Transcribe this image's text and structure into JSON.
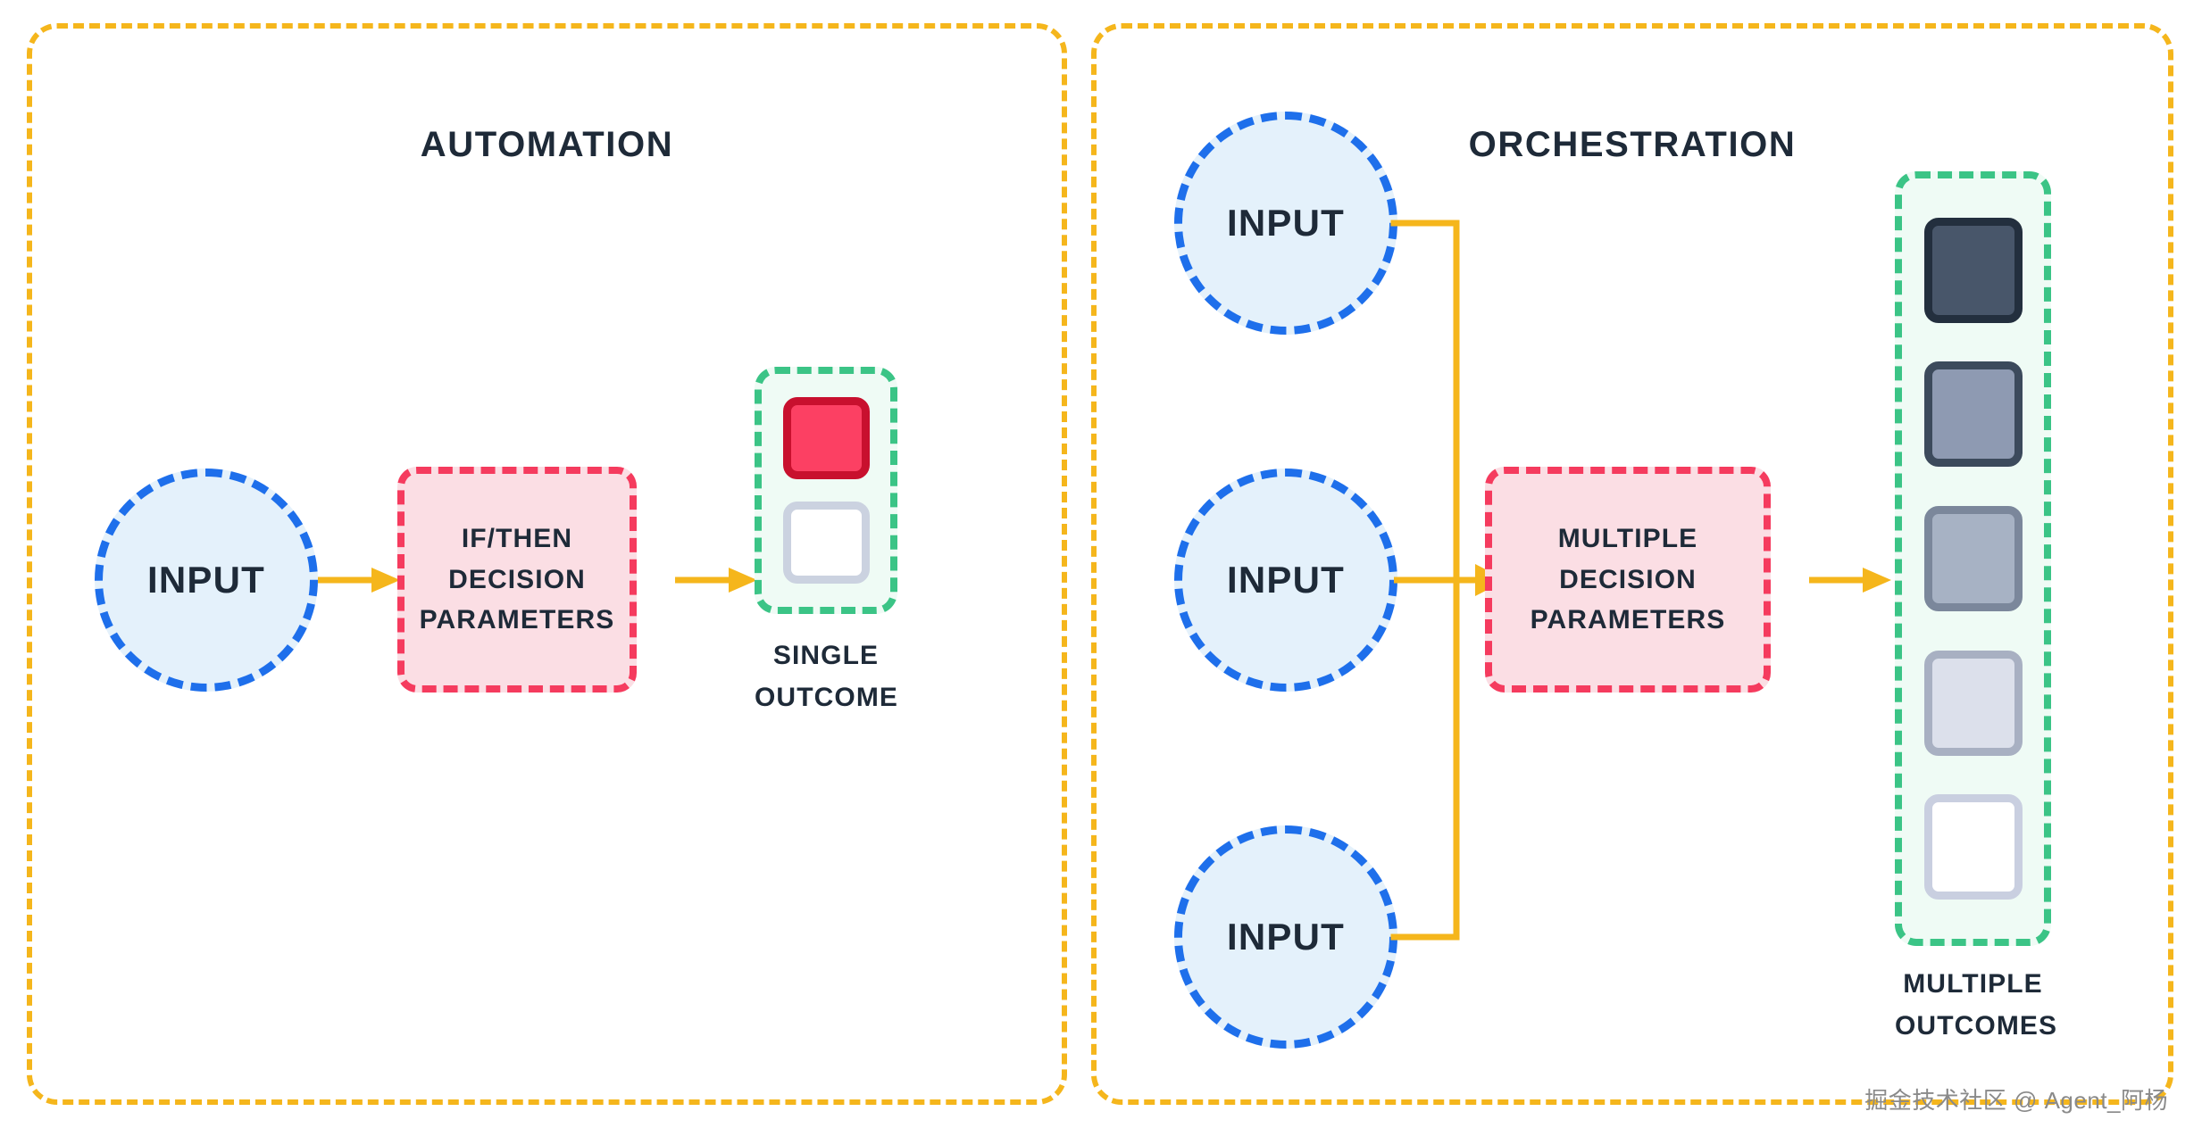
{
  "diagram": {
    "title_left": "AUTOMATION",
    "title_right": "ORCHESTRATION",
    "watermark": "掘金技术社区 @ Agent_阿杨"
  },
  "colors": {
    "panel_border": "#F5B61C",
    "arrow": "#F5B61C",
    "input_fill": "#E4F1FB",
    "input_border": "#1E6FEB",
    "decision_fill": "#FBDEE4",
    "decision_border": "#F53B5E",
    "outcome_container_fill": "#EFFBF5",
    "outcome_container_border": "#3BC486",
    "text": "#1E2A38"
  },
  "automation": {
    "input": {
      "label": "INPUT"
    },
    "decision": {
      "lines": [
        "IF/THEN",
        "DECISION",
        "PARAMETERS"
      ]
    },
    "outcome": {
      "caption_lines": [
        "SINGLE",
        "OUTCOME"
      ],
      "tiles": [
        {
          "name": "outcome-tile-active",
          "fill": "#FC4063",
          "border": "#C8102E"
        },
        {
          "name": "outcome-tile-empty",
          "fill": "#FFFFFF",
          "border": "#CBD2E0"
        }
      ]
    }
  },
  "orchestration": {
    "inputs": [
      {
        "label": "INPUT"
      },
      {
        "label": "INPUT"
      },
      {
        "label": "INPUT"
      }
    ],
    "decision": {
      "lines": [
        "MULTIPLE",
        "DECISION",
        "PARAMETERS"
      ]
    },
    "outcome": {
      "caption_lines": [
        "MULTIPLE",
        "OUTCOMES"
      ],
      "tiles": [
        {
          "name": "outcome-tile-1",
          "fill": "#48566A",
          "border": "#232F3E"
        },
        {
          "name": "outcome-tile-2",
          "fill": "#8E9AB2",
          "border": "#3C4A5C"
        },
        {
          "name": "outcome-tile-3",
          "fill": "#A7B2C4",
          "border": "#7B879B"
        },
        {
          "name": "outcome-tile-4",
          "fill": "#DCE0EB",
          "border": "#A8B0C2"
        },
        {
          "name": "outcome-tile-5",
          "fill": "#FFFFFF",
          "border": "#C9CFE0"
        }
      ]
    }
  }
}
